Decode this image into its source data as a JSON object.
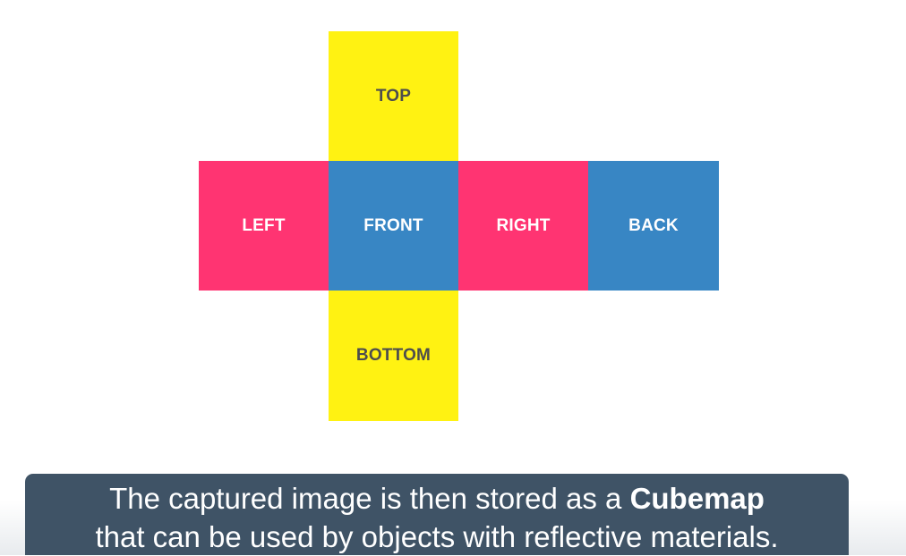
{
  "diagram": {
    "faces": {
      "top": "TOP",
      "left": "LEFT",
      "front": "FRONT",
      "right": "RIGHT",
      "back": "BACK",
      "bottom": "BOTTOM"
    },
    "colors": {
      "top_bottom": "#fff212",
      "left_right": "#ff3472",
      "front_back": "#3886c4",
      "dark_label": "#4d4d4d",
      "light_label": "#ffffff"
    }
  },
  "caption": {
    "line1_prefix": "The captured image is then stored as a ",
    "line1_emphasis": "Cubemap",
    "line2": "that can be used by objects with reflective materials.",
    "background": "#3f5366"
  }
}
